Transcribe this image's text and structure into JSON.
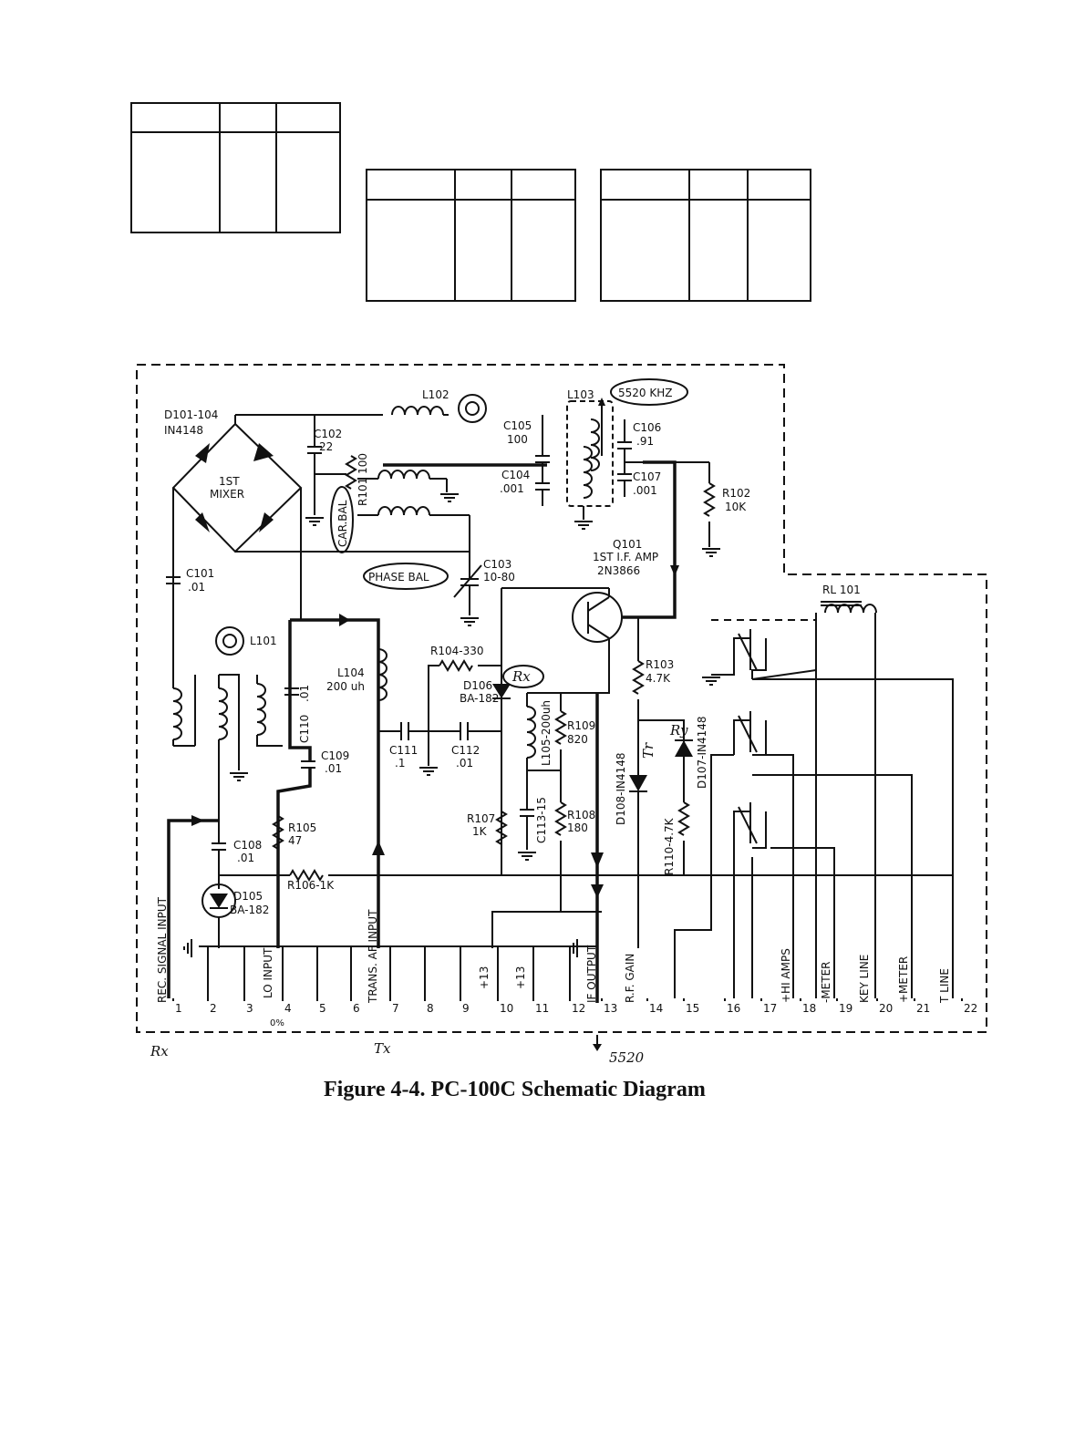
{
  "tables": {
    "t1": {
      "rows": 2,
      "cols": 3
    },
    "t2": {
      "rows": 2,
      "cols": 3
    },
    "t3": {
      "rows": 2,
      "cols": 3
    }
  },
  "components": {
    "d101": "D101-104",
    "d101_type": "IN4148",
    "mixer1": "1ST",
    "mixer2": "MIXER",
    "c101": "C101",
    "c101_val": ".01",
    "c102": "C102",
    "c102_val": "22",
    "r101": "R101 100",
    "car_bal": "CAR.BAL",
    "l102": "L102",
    "l103": "L103",
    "freq": "5520 KHZ",
    "c105": "C105",
    "c105_val": "100",
    "c104": "C104",
    "c104_val": ".001",
    "c106": "C106",
    "c106_val": ".91",
    "c107": "C107",
    "c107_val": ".001",
    "r102": "R102",
    "r102_val": "10K",
    "phase_bal": "PHASE BAL",
    "c103": "C103",
    "c103_val": "10-80",
    "q101": "Q101",
    "q101_desc": "1ST I.F. AMP",
    "q101_type": "2N3866",
    "l101": "L101",
    "l104": "L104",
    "l104_val": "200 uh",
    "r104": "R104-330",
    "d106": "D106",
    "d106_type": "BA-182",
    "rx_circle": "Rx",
    "l105": "L105-200uh",
    "r109": "R109",
    "r109_val": "820",
    "c110": "C110",
    "c110_val": ".01",
    "c109": "C109",
    "c109_val": ".01",
    "c111": "C111",
    "c111_val": ".1",
    "c112": "C112",
    "c112_val": ".01",
    "r103": "R103",
    "r103_val": "4.7K",
    "rl101": "RL 101",
    "d107": "D107-IN4148",
    "ry": "Ry",
    "d108": "D108-IN4148",
    "tr": "Tr",
    "r105": "R105",
    "r105_val": "47",
    "c108": "C108",
    "c108_val": ".01",
    "d105": "D105",
    "d105_type": "BA-182",
    "r106": "R106-1K",
    "c113": "C113-15",
    "r107": "R107",
    "r107_val": "1K",
    "r108": "R108",
    "r108_val": "180",
    "r110": "R110-4.7K"
  },
  "pins": [
    "1",
    "2",
    "3",
    "4",
    "5",
    "6",
    "7",
    "8",
    "9",
    "10",
    "11",
    "12",
    "13",
    "14",
    "15",
    "16",
    "17",
    "18",
    "19",
    "20",
    "21",
    "22"
  ],
  "pin_labels": {
    "p1": "REC. SIGNAL INPUT",
    "p4": "LO INPUT",
    "p7": "TRANS. AF INPUT",
    "p10": "+13",
    "p11": "+13",
    "p13": "IF OUTPUT",
    "p14": "R.F. GAIN",
    "p18": "+HI AMPS",
    "p19": "-METER",
    "p20": "KEY LINE",
    "p21": "+METER",
    "p22": "T LINE"
  },
  "handwritten": {
    "rx": "Rx",
    "tx": "Tx",
    "f5520": "5520",
    "pct": "0%"
  },
  "caption": "Figure 4-4. PC-100C Schematic Diagram"
}
